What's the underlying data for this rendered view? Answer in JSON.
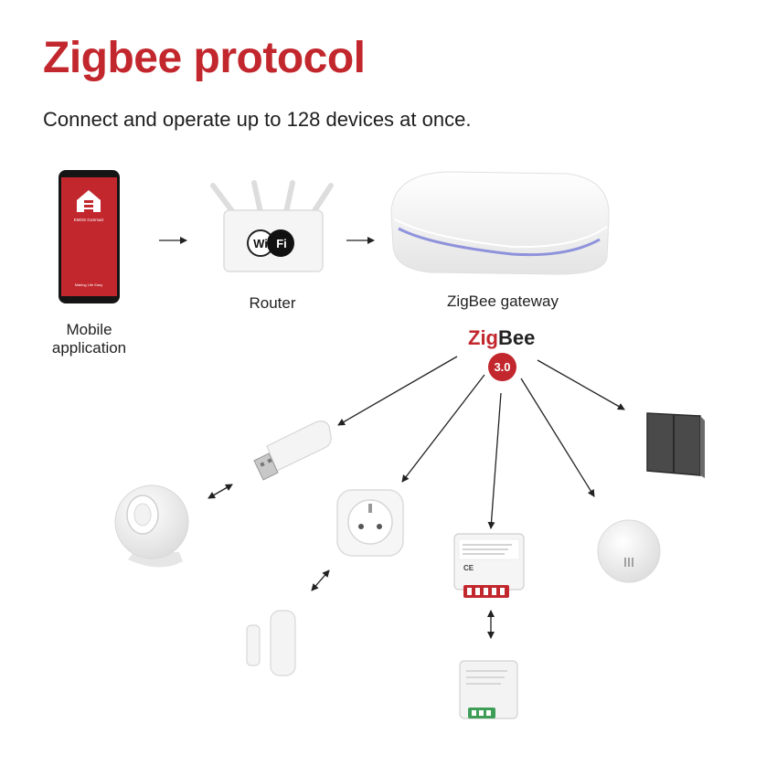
{
  "title": "Zigbee protocol",
  "subtitle": "Connect and operate up to 128 devices at once.",
  "labels": {
    "mobile": "Mobile application",
    "router": "Router",
    "gateway": "ZigBee gateway"
  },
  "router_badge": {
    "wi": "Wi",
    "fi": "Fi"
  },
  "phone": {
    "app_name": "EMOS GoSmart",
    "tagline": "Making Life Easy"
  },
  "zigbee": {
    "zig": "Zig",
    "bee": "Bee",
    "version": "3.0"
  },
  "colors": {
    "brand_red": "#c2272d",
    "text": "#222222",
    "device_white": "#f2f2f2"
  },
  "devices": [
    {
      "name": "usb-dongle"
    },
    {
      "name": "motion-sensor"
    },
    {
      "name": "smart-plug"
    },
    {
      "name": "relay-module"
    },
    {
      "name": "wireless-switch"
    },
    {
      "name": "siren"
    },
    {
      "name": "door-sensor"
    },
    {
      "name": "mini-relay"
    }
  ]
}
